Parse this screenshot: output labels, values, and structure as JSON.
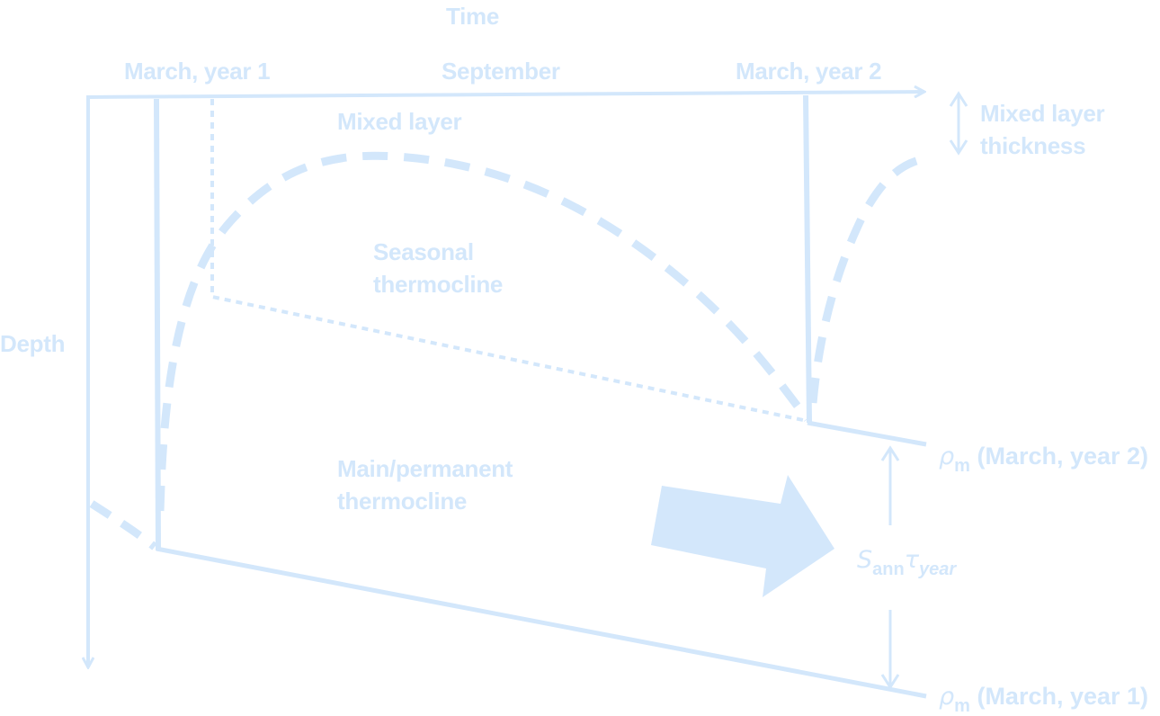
{
  "labels": {
    "time": "Time",
    "march_year1": "March, year 1",
    "september": "September",
    "march_year2": "March, year 2",
    "mixed_layer": "Mixed layer",
    "mixed_layer_thickness_1": "Mixed layer",
    "mixed_layer_thickness_2": "thickness",
    "seasonal_1": "Seasonal",
    "seasonal_2": "thermocline",
    "depth": "Depth",
    "main_1": "Main/permanent",
    "main_2": "thermocline"
  },
  "density_labels": {
    "rho_symbol": "ρ",
    "rho_sub": "m",
    "year2": "(March, year 2)",
    "year1": "(March, year 1)"
  },
  "subduction": {
    "s_symbol": "S",
    "s_sub": "ann",
    "tau_symbol": "τ",
    "tau_sub": "year"
  },
  "colors": {
    "ink": "#d3e7fb"
  }
}
